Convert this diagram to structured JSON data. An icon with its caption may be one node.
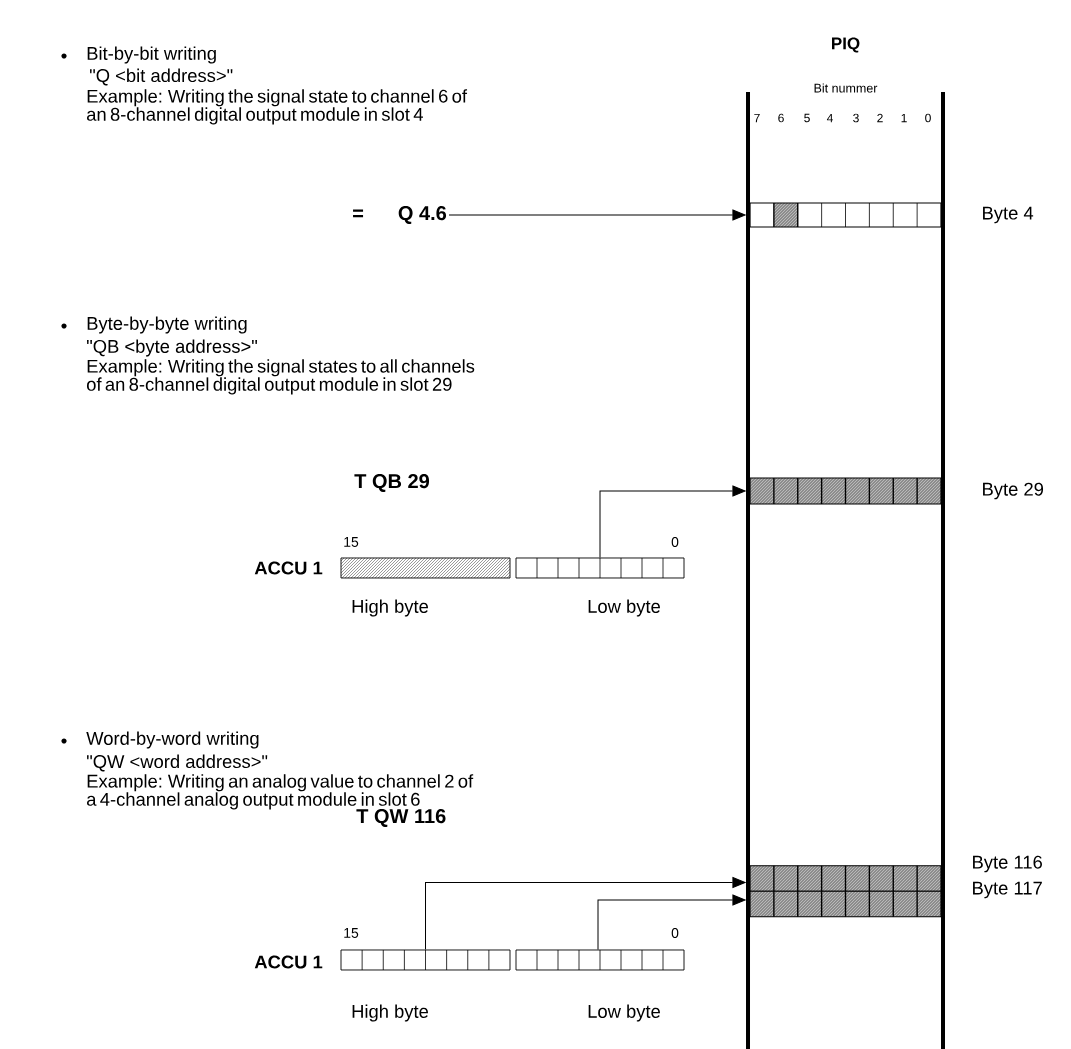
{
  "diagram": {
    "nodes": [
      {
        "text": [
          "PIQ",
          "Bit nummer"
        ]
      },
      {
        "text": [
          "=",
          "Q 4.6"
        ]
      },
      {
        "text": [],
        "shape": "bar",
        "in": 0,
        "beside": [
          "Byte 4"
        ]
      },
      {
        "text": [],
        "shape": "box"
      },
      {
        "text": [],
        "shape": "box"
      },
      {
        "text": [],
        "shape": "bar",
        "in": 0,
        "beside": [
          "Byte 29"
        ]
      },
      {
        "text": [],
        "shape": "box"
      },
      {
        "text": [],
        "shape": "box"
      },
      {
        "text": [],
        "shape": "bar",
        "in": 0,
        "beside": [
          "Byte 116"
        ]
      },
      {
        "text": [],
        "shape": "bar",
        "in": 0,
        "beside": [
          "Byte 117"
        ]
      }
    ],
    "edges": [
      {
        "from": 1,
        "to": 2,
        "arrow": "to"
      },
      {
        "from": 4,
        "to": 5,
        "arrow": "to"
      },
      {
        "from": 6,
        "to": 8,
        "arrow": "to"
      },
      {
        "from": 7,
        "to": 9,
        "arrow": "to"
      }
    ],
    "labels": [
      "Bit-by-bit writing",
      "\"Q <bit address>\"",
      "Example: Writing the signal state to channel 6 of an 8-channel digital output module in slot 4",
      "7",
      "6",
      "5",
      "4",
      "3",
      "2",
      "1",
      "0",
      "Byte-by-byte writing",
      "\"QB <byte address>\"",
      "Example: Writing the signal states to all channels of an 8-channel digital output module in slot 29",
      "T QB 29",
      "15",
      "0",
      "ACCU 1",
      "High byte",
      "Low byte",
      "Word-by-word writing",
      "\"QW <word address>\"",
      "Example: Writing an analog value to channel 2 of a 4-channel analog output module in slot 6",
      "T QW 116",
      "15",
      "0",
      "ACCU 1",
      "High byte",
      "Low byte"
    ]
  }
}
